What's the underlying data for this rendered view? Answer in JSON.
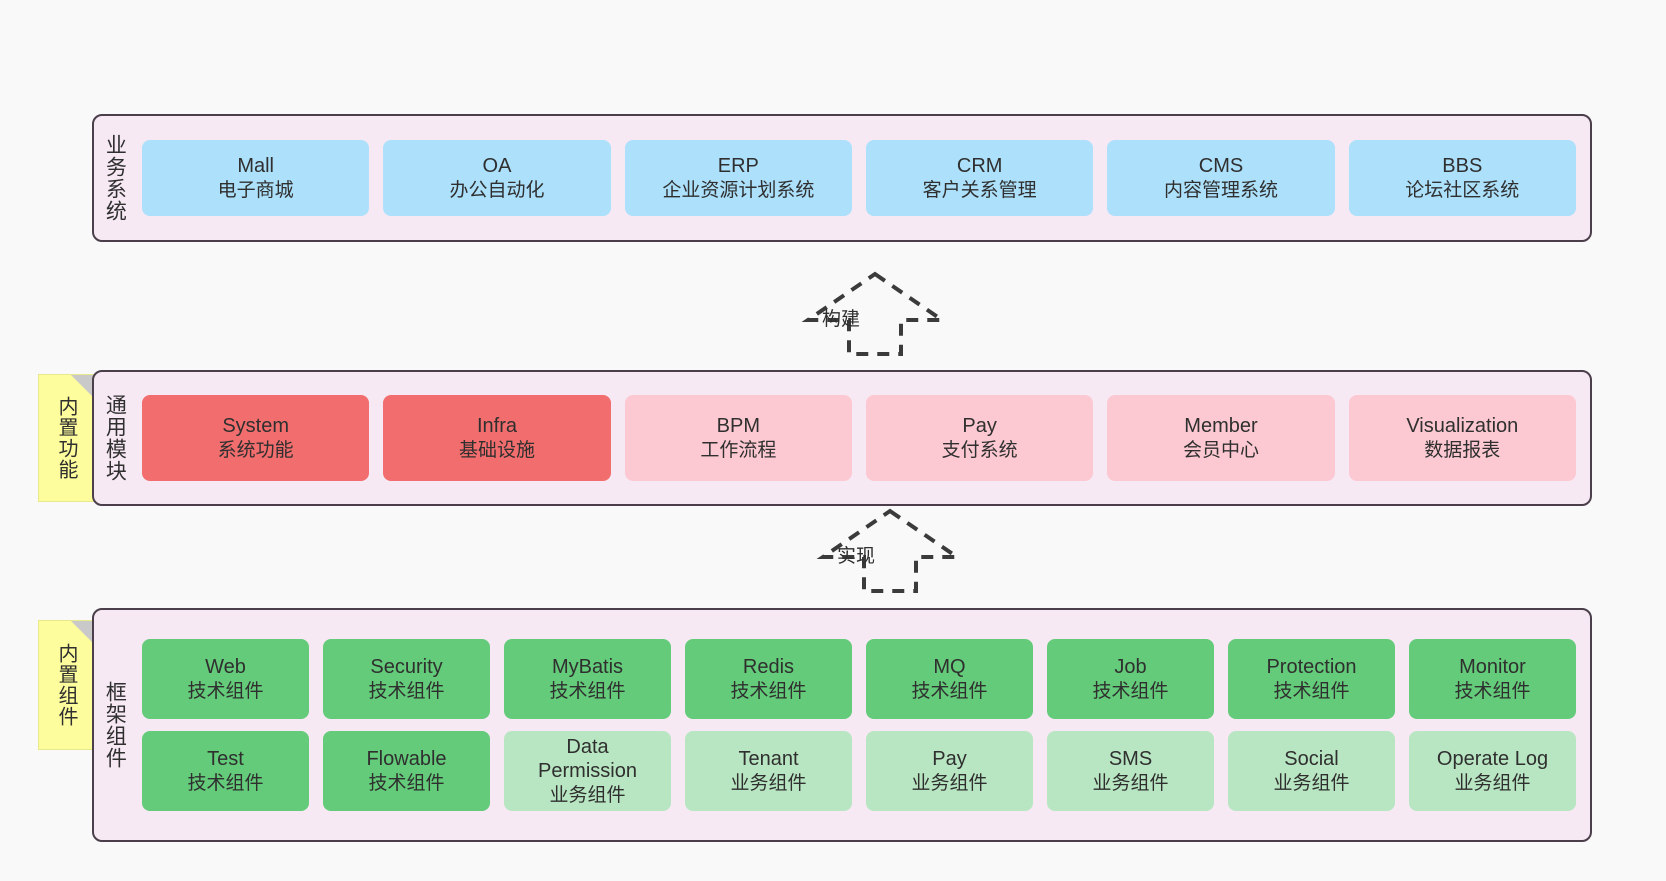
{
  "diagram": {
    "background": "#f9f9f9",
    "panel_bg": "#f7e9f4",
    "panel_border": "#4a3f4a"
  },
  "layers": [
    {
      "key": "business",
      "title": "业务系统",
      "note": null,
      "color": "#ace0fb",
      "rows": [
        {
          "items": [
            {
              "name": "Mall",
              "desc": "电子商城"
            },
            {
              "name": "OA",
              "desc": "办公自动化"
            },
            {
              "name": "ERP",
              "desc": "企业资源计划系统"
            },
            {
              "name": "CRM",
              "desc": "客户关系管理"
            },
            {
              "name": "CMS",
              "desc": "内容管理系统"
            },
            {
              "name": "BBS",
              "desc": "论坛社区系统"
            }
          ]
        }
      ]
    },
    {
      "key": "module",
      "title": "通用模块",
      "note": "内置功能",
      "color_strong": "#f26d6d",
      "color_soft": "#fcc9d2",
      "rows": [
        {
          "items": [
            {
              "name": "System",
              "desc": "系统功能",
              "style": "strong"
            },
            {
              "name": "Infra",
              "desc": "基础设施",
              "style": "strong"
            },
            {
              "name": "BPM",
              "desc": "工作流程",
              "style": "soft"
            },
            {
              "name": "Pay",
              "desc": "支付系统",
              "style": "soft"
            },
            {
              "name": "Member",
              "desc": "会员中心",
              "style": "soft"
            },
            {
              "name": "Visualization",
              "desc": "数据报表",
              "style": "soft"
            }
          ]
        }
      ]
    },
    {
      "key": "framework",
      "title": "框架组件",
      "note": "内置组件",
      "color_tech": "#63cb79",
      "color_biz": "#b9e6c2",
      "rows": [
        {
          "items": [
            {
              "name": "Web",
              "desc": "技术组件",
              "style": "tech"
            },
            {
              "name": "Security",
              "desc": "技术组件",
              "style": "tech"
            },
            {
              "name": "MyBatis",
              "desc": "技术组件",
              "style": "tech"
            },
            {
              "name": "Redis",
              "desc": "技术组件",
              "style": "tech"
            },
            {
              "name": "MQ",
              "desc": "技术组件",
              "style": "tech"
            },
            {
              "name": "Job",
              "desc": "技术组件",
              "style": "tech"
            },
            {
              "name": "Protection",
              "desc": "技术组件",
              "style": "tech"
            },
            {
              "name": "Monitor",
              "desc": "技术组件",
              "style": "tech"
            }
          ]
        },
        {
          "items": [
            {
              "name": "Test",
              "desc": "技术组件",
              "style": "tech"
            },
            {
              "name": "Flowable",
              "desc": "技术组件",
              "style": "tech"
            },
            {
              "name": "Data Permission",
              "desc": "业务组件",
              "style": "biz"
            },
            {
              "name": "Tenant",
              "desc": "业务组件",
              "style": "biz"
            },
            {
              "name": "Pay",
              "desc": "业务组件",
              "style": "biz"
            },
            {
              "name": "SMS",
              "desc": "业务组件",
              "style": "biz"
            },
            {
              "name": "Social",
              "desc": "业务组件",
              "style": "biz"
            },
            {
              "name": "Operate Log",
              "desc": "业务组件",
              "style": "biz"
            }
          ]
        }
      ]
    }
  ],
  "connectors": [
    {
      "key": "build",
      "label": "构建",
      "from": "module",
      "to": "business"
    },
    {
      "key": "implement",
      "label": "实现",
      "from": "framework",
      "to": "module"
    }
  ]
}
